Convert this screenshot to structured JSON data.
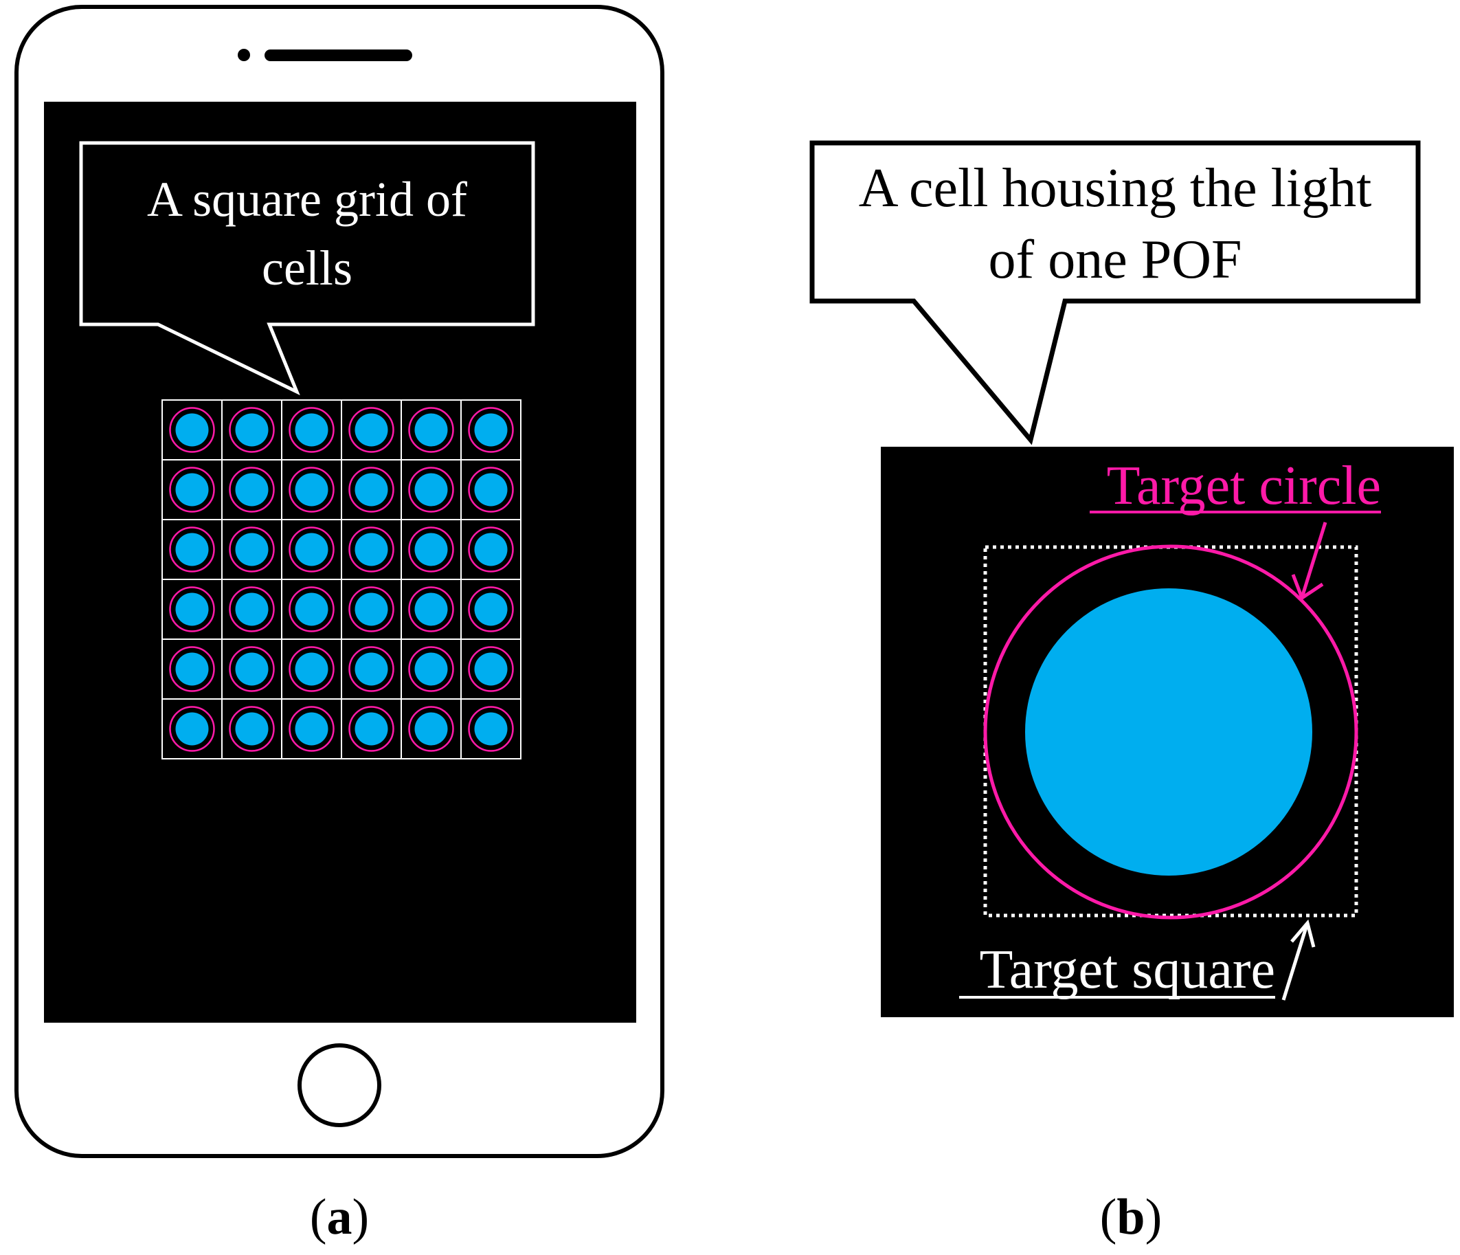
{
  "panel_a": {
    "callout_line1": "A square grid of",
    "callout_line2": "cells",
    "grid": {
      "rows": 6,
      "cols": 6
    },
    "label_open": "(",
    "label_letter": "a",
    "label_close": ")"
  },
  "panel_b": {
    "callout_line1": "A cell housing the light",
    "callout_line2": "of one POF",
    "target_circle_label": "Target circle",
    "target_square_label": "Target square",
    "label_open": "(",
    "label_letter": "b",
    "label_close": ")"
  },
  "colors": {
    "background": "#ffffff",
    "screen": "#000000",
    "fiber_fill": "#00aeef",
    "target_circle": "#ff1aa8",
    "grid_line": "#ffffff",
    "outline": "#000000"
  },
  "icons": {
    "home_button": "circle-outline",
    "speaker": "slot",
    "camera": "dot"
  }
}
